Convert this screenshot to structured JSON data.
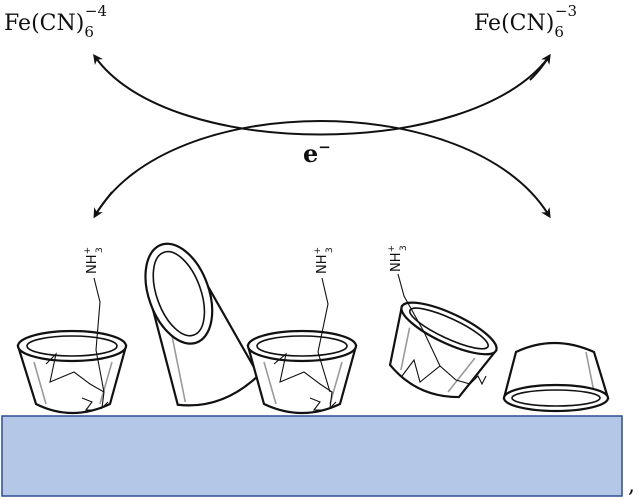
{
  "labels": {
    "left_species": {
      "base": "Fe(CN)",
      "sub": "6",
      "sup": "−4"
    },
    "right_species": {
      "base": "Fe(CN)",
      "sub": "6",
      "sup": "−3"
    },
    "electron": {
      "base": "e",
      "sup": "−"
    },
    "amine": {
      "base": "NH",
      "sup": "+",
      "sub": "3"
    },
    "trailing_mark": ","
  },
  "colors": {
    "surface_fill": "#b4c7e7",
    "surface_stroke": "#2f4f8f",
    "line": "#111111",
    "hidden_edge": "#9a9a9a"
  }
}
